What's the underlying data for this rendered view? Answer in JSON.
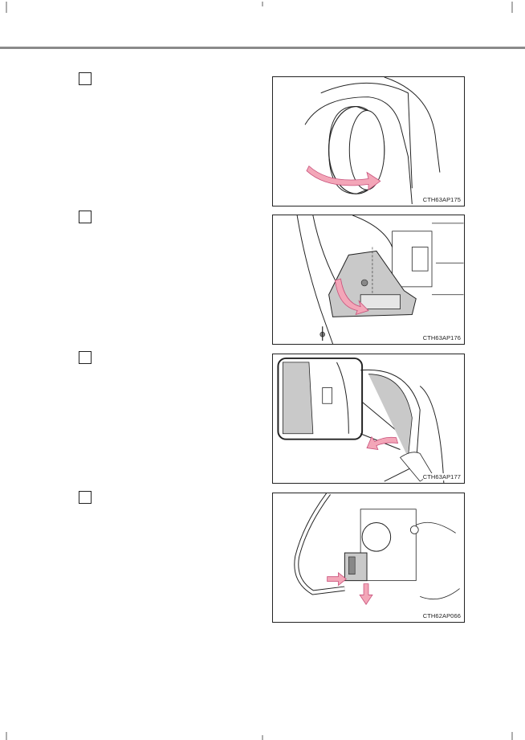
{
  "steps": [
    {
      "code": "CTH63AP175"
    },
    {
      "code": "CTH63AP176"
    },
    {
      "code": "CTH63AP177"
    },
    {
      "code": "CTH62AP066"
    }
  ],
  "colors": {
    "rule": "#8a8a8a",
    "arrow": "#f3a6b8",
    "arrow_outline": "#c8507a",
    "line": "#222222",
    "shade": "#c9c9c9"
  }
}
